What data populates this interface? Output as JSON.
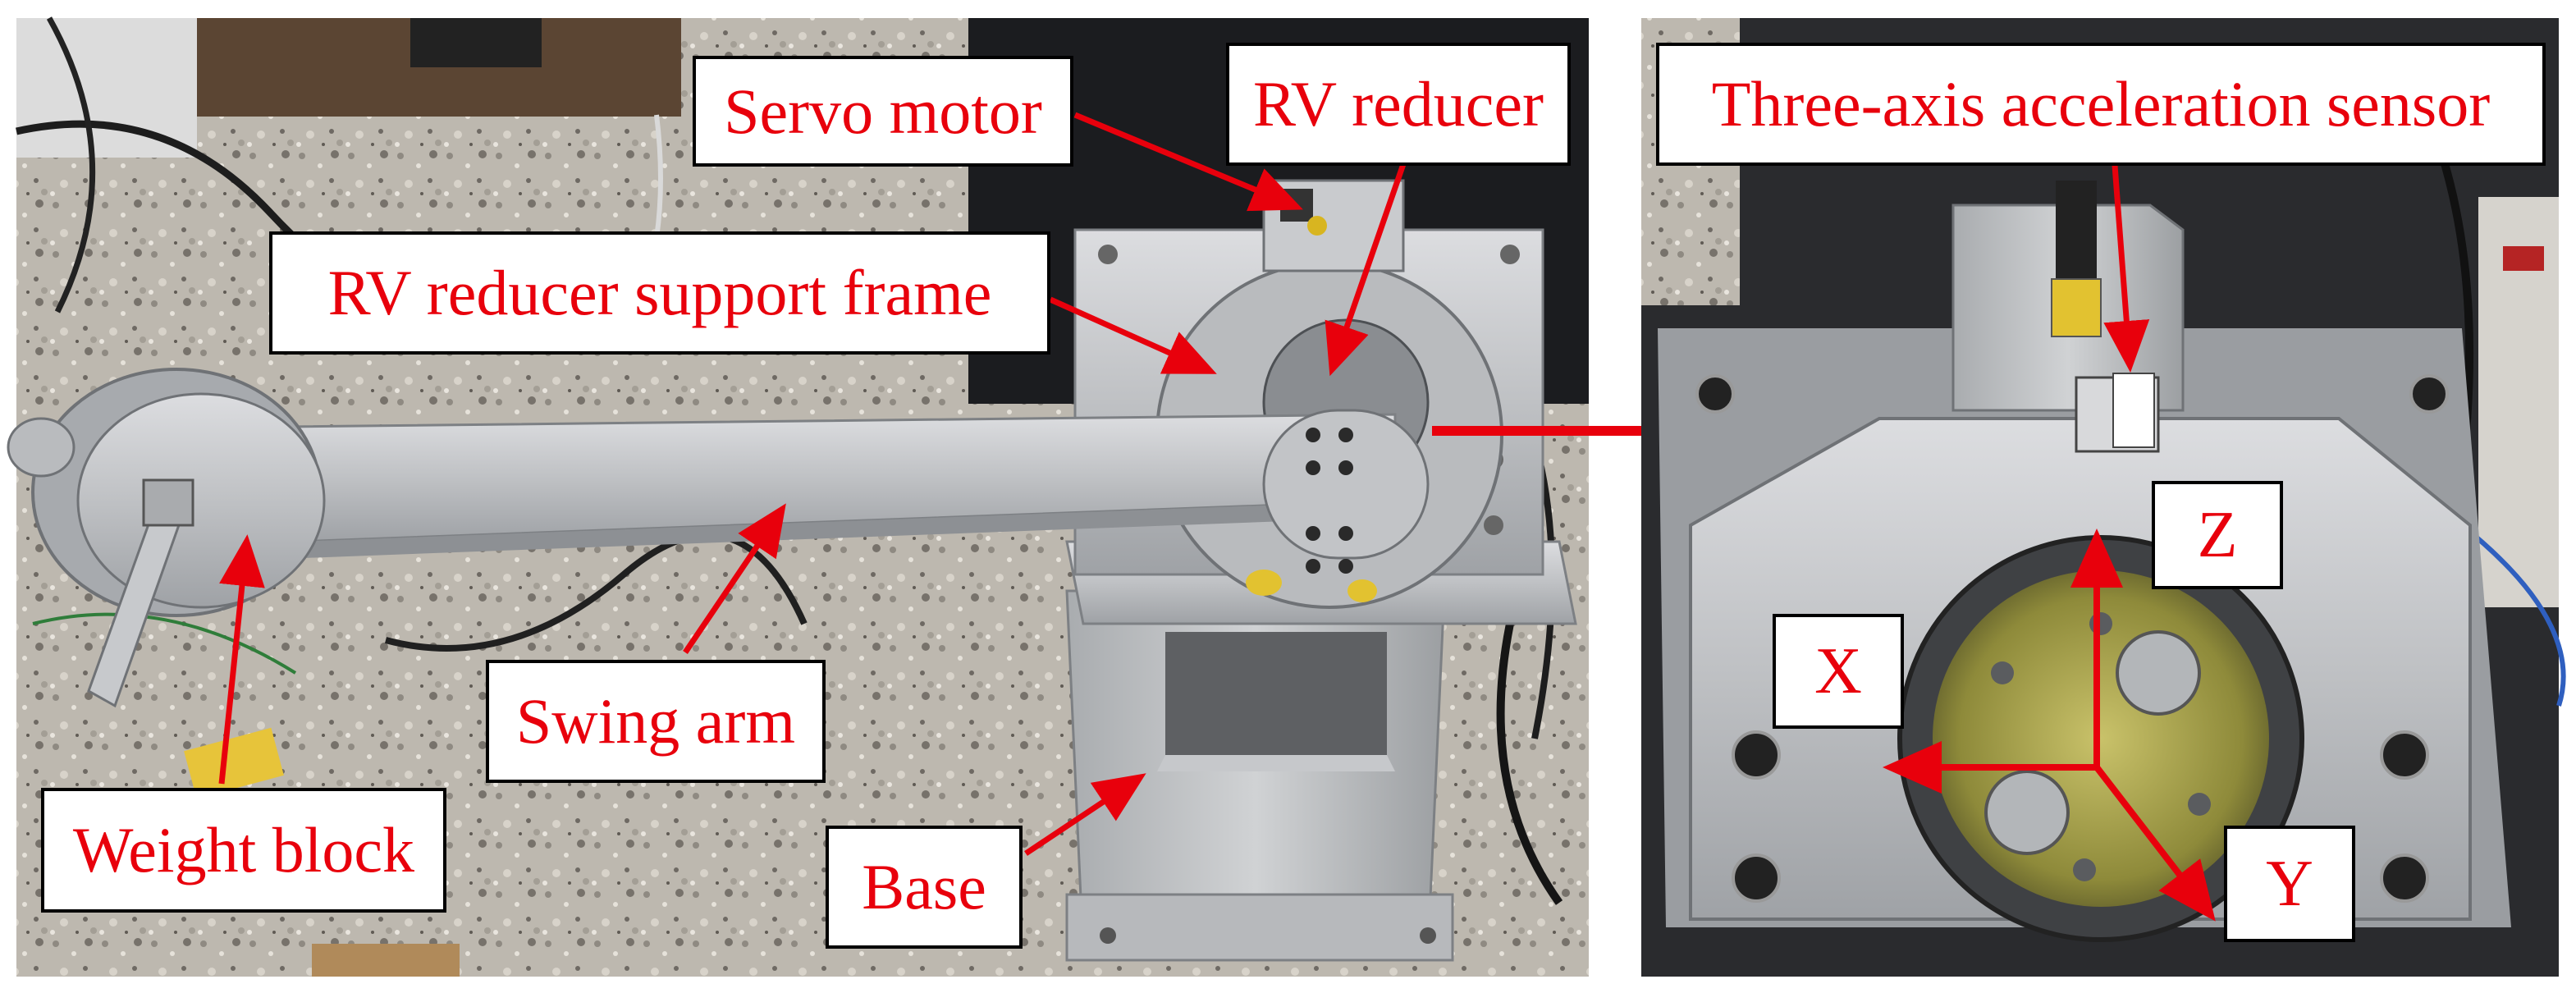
{
  "labels": {
    "servo_motor": "Servo motor",
    "rv_reducer": "RV reducer",
    "support_frame": "RV reducer support frame",
    "swing_arm": "Swing arm",
    "weight_block": "Weight block",
    "base": "Base",
    "sensor": "Three-axis acceleration sensor",
    "axis_x": "X",
    "axis_y": "Y",
    "axis_z": "Z"
  },
  "colors": {
    "label_text": "#e8000c",
    "arrow": "#e8000c",
    "label_border": "#000000",
    "floor": "#b9b4ab",
    "metal": "#c7c8ca"
  }
}
